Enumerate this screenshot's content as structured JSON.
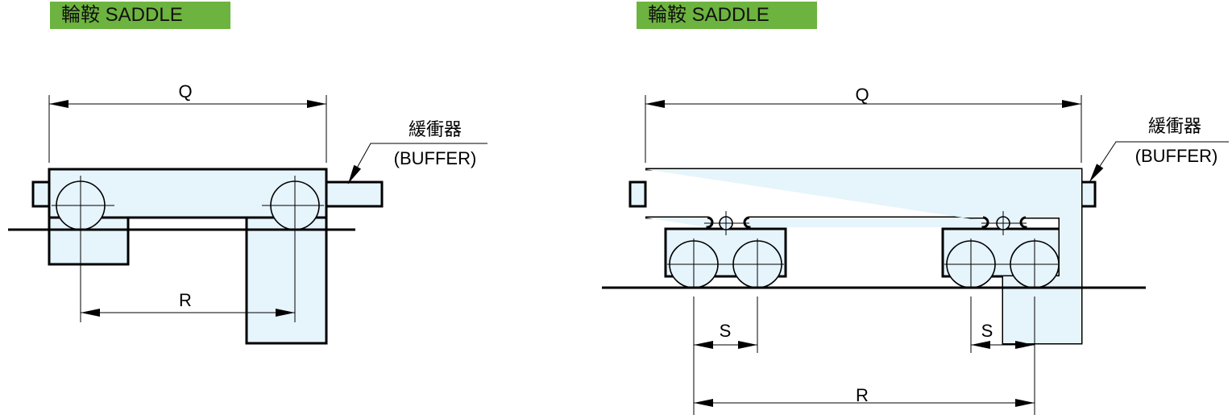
{
  "left": {
    "title": "輪鞍  SADDLE",
    "dim_q": "Q",
    "dim_r": "R",
    "buffer_cn": "緩衝器",
    "buffer_en": "(BUFFER)"
  },
  "right": {
    "title": "輪鞍  SADDLE",
    "dim_q": "Q",
    "dim_r": "R",
    "dim_s": "S",
    "buffer_cn": "緩衝器",
    "buffer_en": "(BUFFER)"
  },
  "colors": {
    "tag": "#6db33f",
    "fill": "#e6f4fc"
  }
}
